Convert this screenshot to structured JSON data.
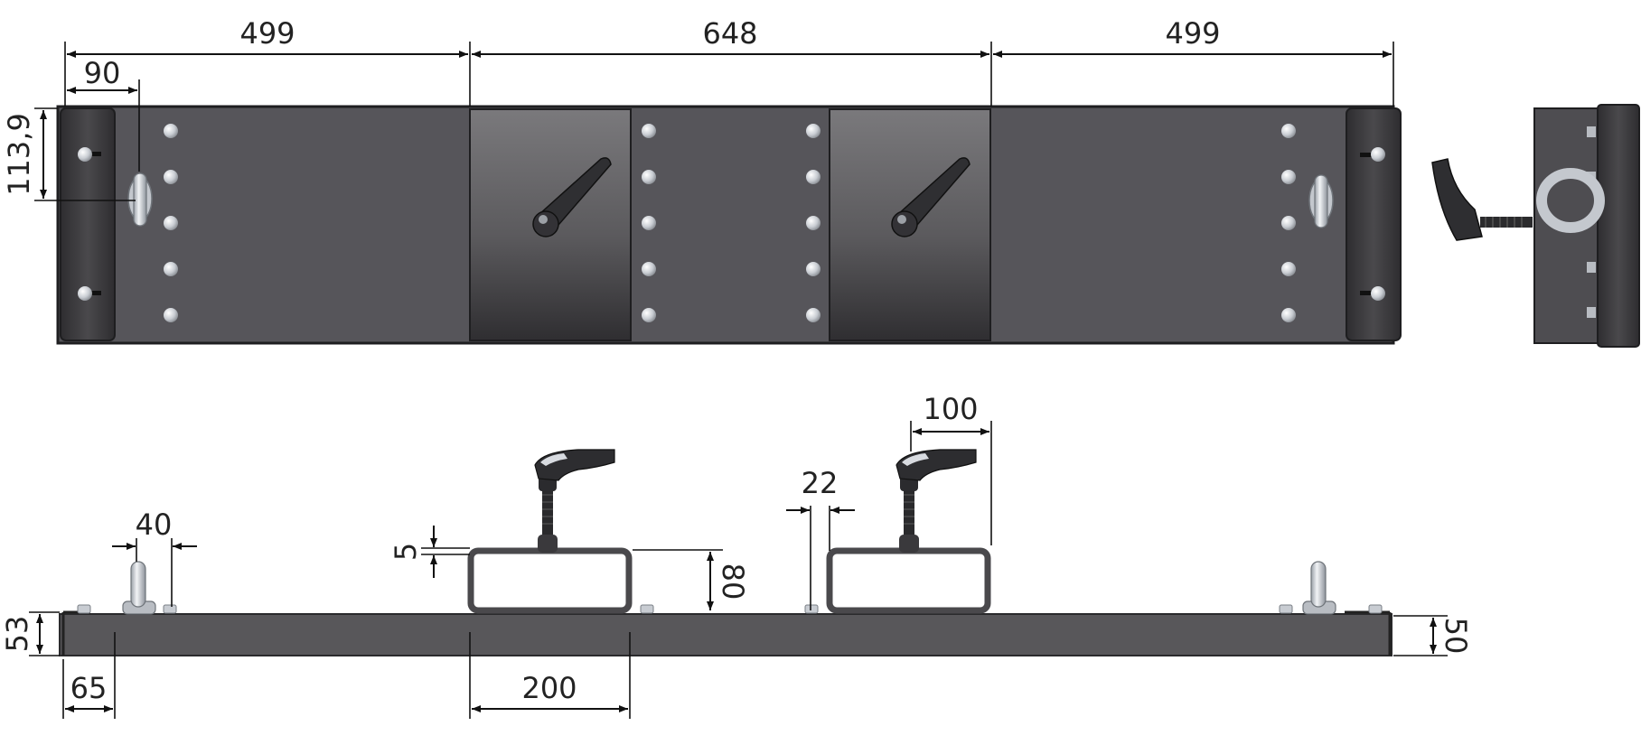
{
  "dimensions": {
    "top_left_length": "499",
    "top_middle_length": "648",
    "top_right_length": "499",
    "top_pin_offset": "90",
    "vertical_pin_offset": "113,9",
    "side_pin_offset": "65",
    "pin_width": "40",
    "base_height_left": "53",
    "base_height_right": "50",
    "tube_wall": "5",
    "tube_height": "80",
    "tube_width": "200",
    "clamp_gap": "22",
    "clamp_width": "100"
  },
  "colors": {
    "plate": "#58575a",
    "plate_dark": "#3a393c",
    "handle": "#2d2d30",
    "pin": "#c9cdd3",
    "dim_line": "#111111"
  }
}
